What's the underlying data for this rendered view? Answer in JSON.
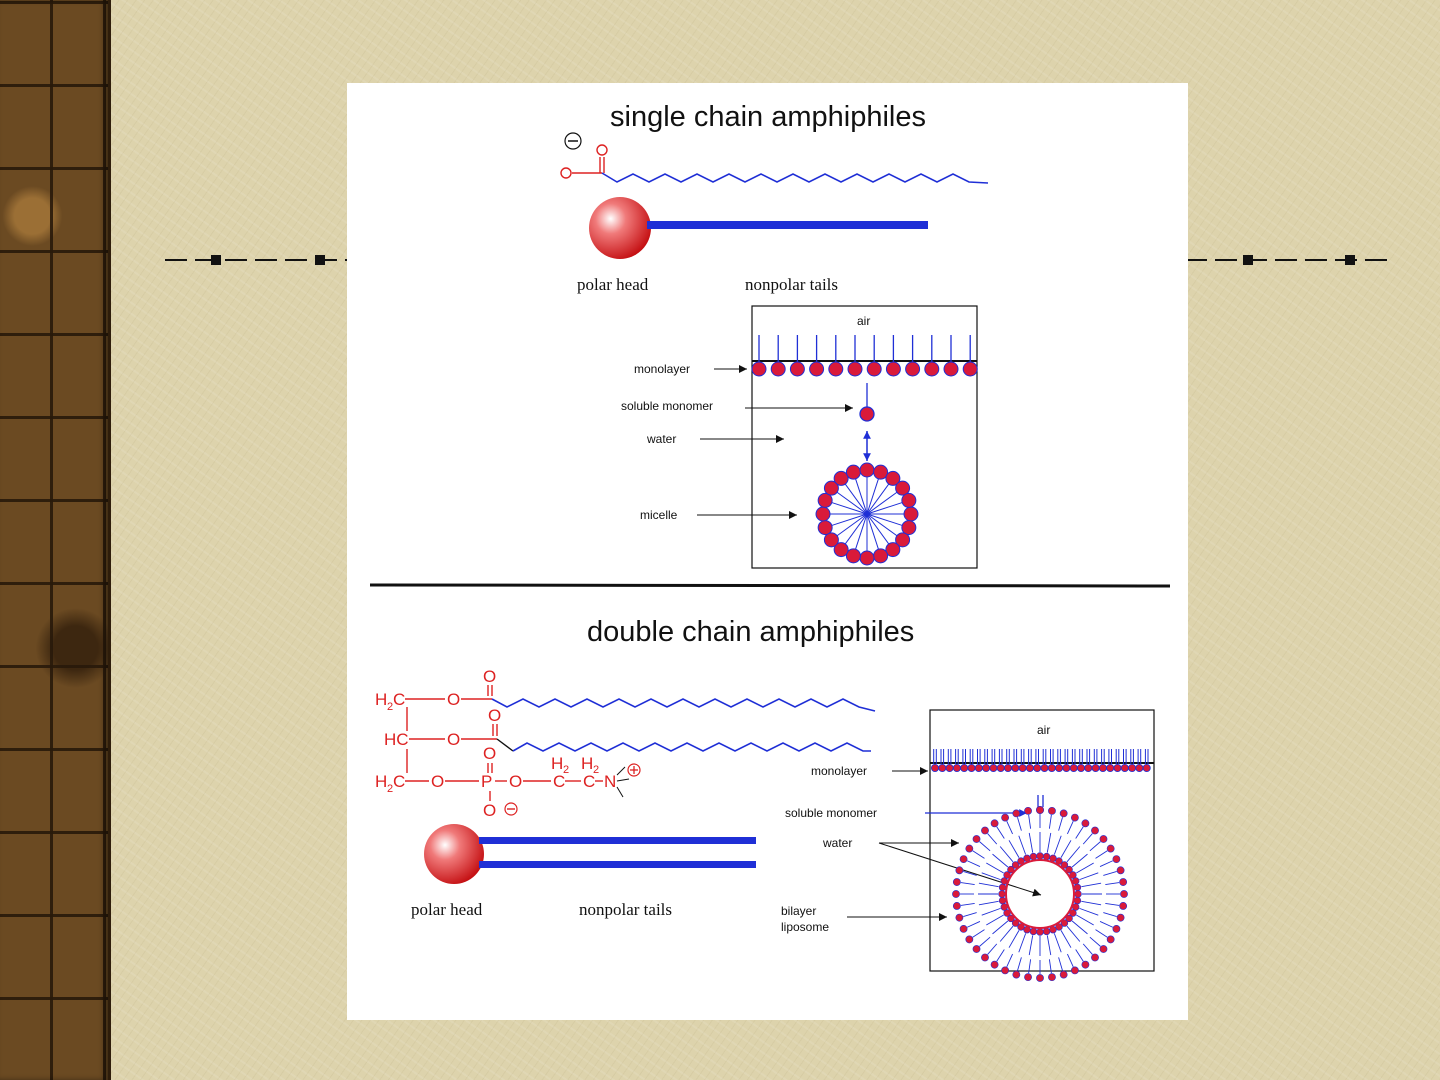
{
  "slide": {
    "colors": {
      "head": "#d91a3a",
      "tail": "#1f2fd6",
      "chem": "#d22222"
    },
    "single": {
      "title": "single chain amphiphiles",
      "polar_head": "polar head",
      "nonpolar_tails": "nonpolar tails",
      "box": {
        "air": "air",
        "monolayer": "monolayer",
        "soluble_monomer": "soluble monomer",
        "water": "water",
        "micelle": "micelle"
      }
    },
    "double": {
      "title": "double chain amphiphiles",
      "polar_head": "polar head",
      "nonpolar_tails": "nonpolar tails",
      "box": {
        "air": "air",
        "monolayer": "monolayer",
        "soluble_monomer": "soluble monomer",
        "water": "water",
        "bilayer": "bilayer",
        "liposome": "liposome"
      }
    }
  }
}
